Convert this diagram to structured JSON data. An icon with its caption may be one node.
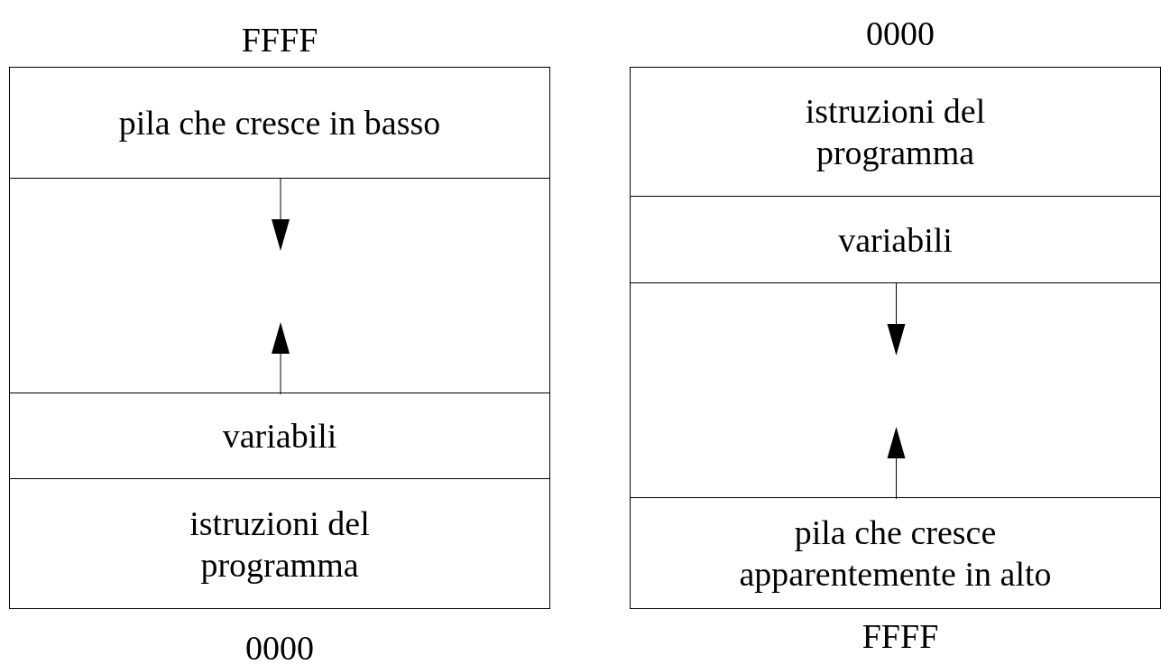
{
  "diagram": {
    "nodes": [
      {
        "text": [
          "pila che cresce in basso"
        ]
      },
      {
        "text": [],
        "shape": "box"
      },
      {
        "text": [
          "variabili"
        ]
      },
      {
        "text": [
          "istruzioni del programma"
        ]
      },
      {
        "text": [
          "istruzioni del programma"
        ]
      },
      {
        "text": [
          "variabili"
        ]
      },
      {
        "text": [],
        "shape": "box"
      },
      {
        "text": [
          "pila che cresce apparentemente in alto"
        ]
      }
    ],
    "labels": [
      "FFFF",
      "0000",
      "0000",
      "FFFF"
    ]
  }
}
